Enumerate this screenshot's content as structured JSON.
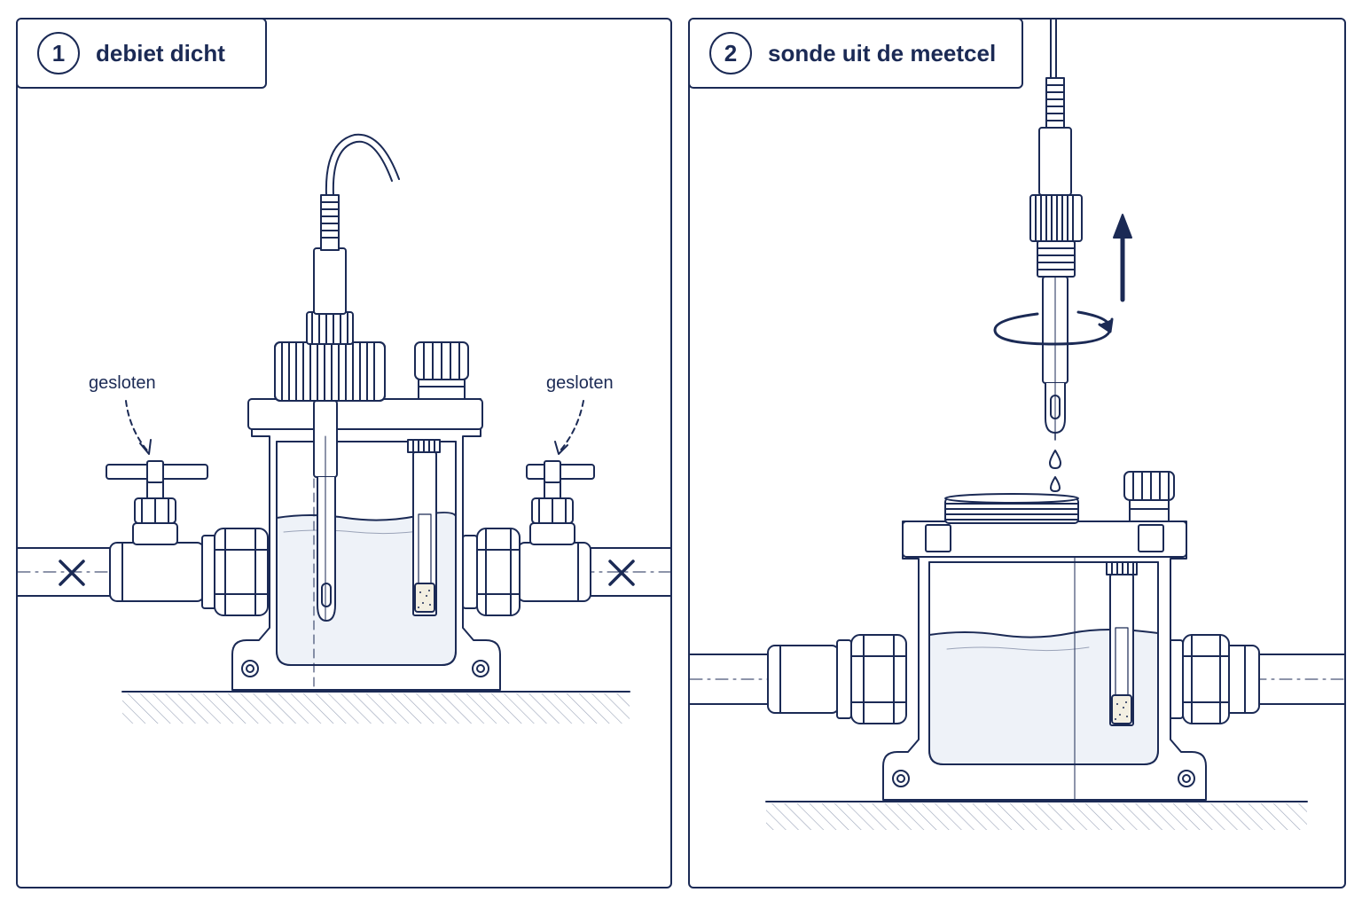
{
  "colors": {
    "ink": "#1b2a55",
    "water": "#eef2f8",
    "paper": "#ffffff"
  },
  "steps": [
    {
      "number": "1",
      "title": "debiet dicht",
      "valve_label_left": "gesloten",
      "valve_label_right": "gesloten"
    },
    {
      "number": "2",
      "title": "sonde uit de meetcel"
    }
  ],
  "icons": [
    "closed-x-icon",
    "up-arrow-icon",
    "rotate-arrow-icon",
    "water-drop-icon"
  ]
}
